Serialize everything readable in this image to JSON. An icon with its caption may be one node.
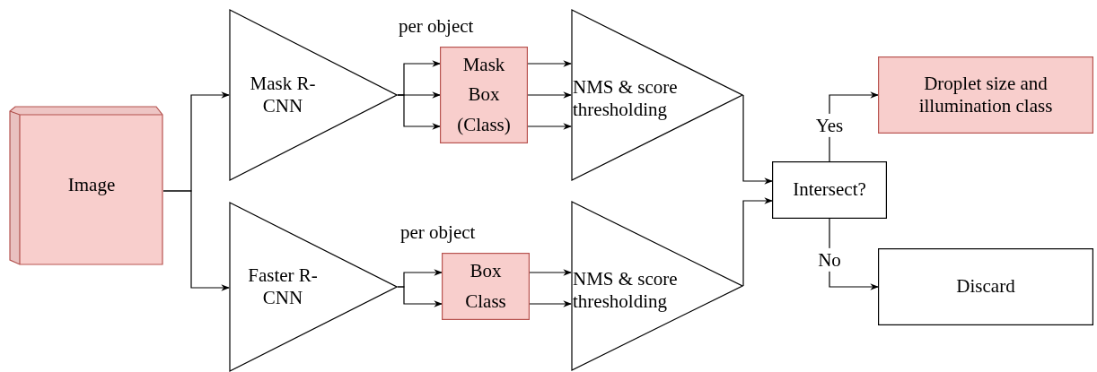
{
  "diagram": {
    "nodes": [
      {
        "text": [
          "Image"
        ]
      },
      {
        "text": [
          "Mask R-CNN"
        ]
      },
      {
        "text": [
          "Faster R-CNN"
        ]
      },
      {
        "text": [
          "Mask",
          "Box",
          "(Class)"
        ],
        "beside": [
          "per object"
        ]
      },
      {
        "text": [
          "Box",
          "Class"
        ],
        "beside": [
          "per object"
        ]
      },
      {
        "text": [
          "NMS & score thresholding"
        ]
      },
      {
        "text": [
          "NMS & score thresholding"
        ]
      },
      {
        "text": [
          "Intersect?"
        ]
      },
      {
        "text": [
          "Droplet size and illumination class"
        ]
      },
      {
        "text": [
          "Discard"
        ]
      }
    ],
    "edges": [
      {
        "from": 0,
        "to": 1,
        "arrow": "to"
      },
      {
        "from": 0,
        "to": 2,
        "arrow": "to"
      },
      {
        "from": 1,
        "to": 3,
        "arrow": "to"
      },
      {
        "from": 1,
        "to": 3,
        "arrow": "to"
      },
      {
        "from": 1,
        "to": 3,
        "arrow": "to"
      },
      {
        "from": 2,
        "to": 4,
        "arrow": "to"
      },
      {
        "from": 2,
        "to": 4,
        "arrow": "to"
      },
      {
        "from": 3,
        "to": 5,
        "arrow": "to"
      },
      {
        "from": 3,
        "to": 5,
        "arrow": "to"
      },
      {
        "from": 3,
        "to": 5,
        "arrow": "to"
      },
      {
        "from": 4,
        "to": 6,
        "arrow": "to"
      },
      {
        "from": 4,
        "to": 6,
        "arrow": "to"
      },
      {
        "from": 5,
        "to": 7,
        "arrow": "to"
      },
      {
        "from": 6,
        "to": 7,
        "arrow": "to"
      },
      {
        "from": 7,
        "to": 8,
        "arrow": "to",
        "label": "Yes"
      },
      {
        "from": 7,
        "to": 9,
        "arrow": "to",
        "label": "No"
      }
    ]
  }
}
